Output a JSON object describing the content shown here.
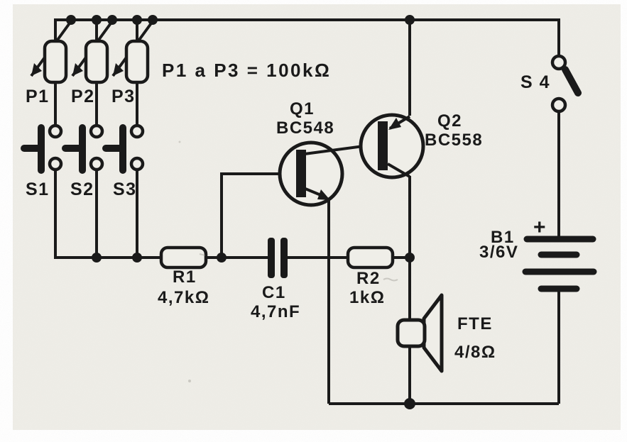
{
  "colors": {
    "ink": "#1a1a1a",
    "paper": "#efeee8",
    "page": "#ffffff"
  },
  "note": {
    "pots_value": "P1 a P3 = 100kΩ"
  },
  "potentiometers": [
    {
      "label": "P1"
    },
    {
      "label": "P2"
    },
    {
      "label": "P3"
    }
  ],
  "key_switches": [
    {
      "label": "S1"
    },
    {
      "label": "S2"
    },
    {
      "label": "S3"
    }
  ],
  "power_switch": {
    "label": "S 4"
  },
  "transistors": [
    {
      "ref": "Q1",
      "part": "BC548"
    },
    {
      "ref": "Q2",
      "part": "BC558"
    }
  ],
  "resistors": [
    {
      "ref": "R1",
      "value": "4,7kΩ"
    },
    {
      "ref": "R2",
      "value": "1kΩ"
    }
  ],
  "capacitor": {
    "ref": "C1",
    "value": "4,7nF"
  },
  "speaker": {
    "ref": "FTE",
    "value": "4/8Ω"
  },
  "battery": {
    "ref": "B1",
    "value": "3/6V",
    "polarity": "+"
  }
}
